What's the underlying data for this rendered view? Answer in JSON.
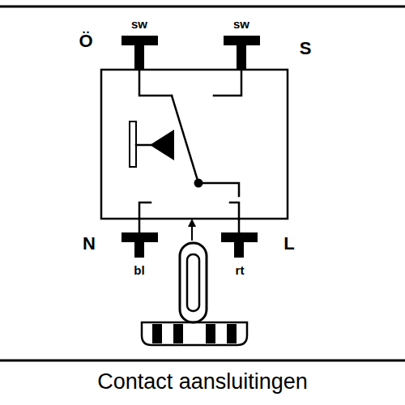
{
  "diagram": {
    "caption": "Contact aansluitingen",
    "labels": [
      "sw",
      "sw",
      "Ö",
      "S",
      "N",
      "L",
      "bl",
      "rt"
    ]
  }
}
